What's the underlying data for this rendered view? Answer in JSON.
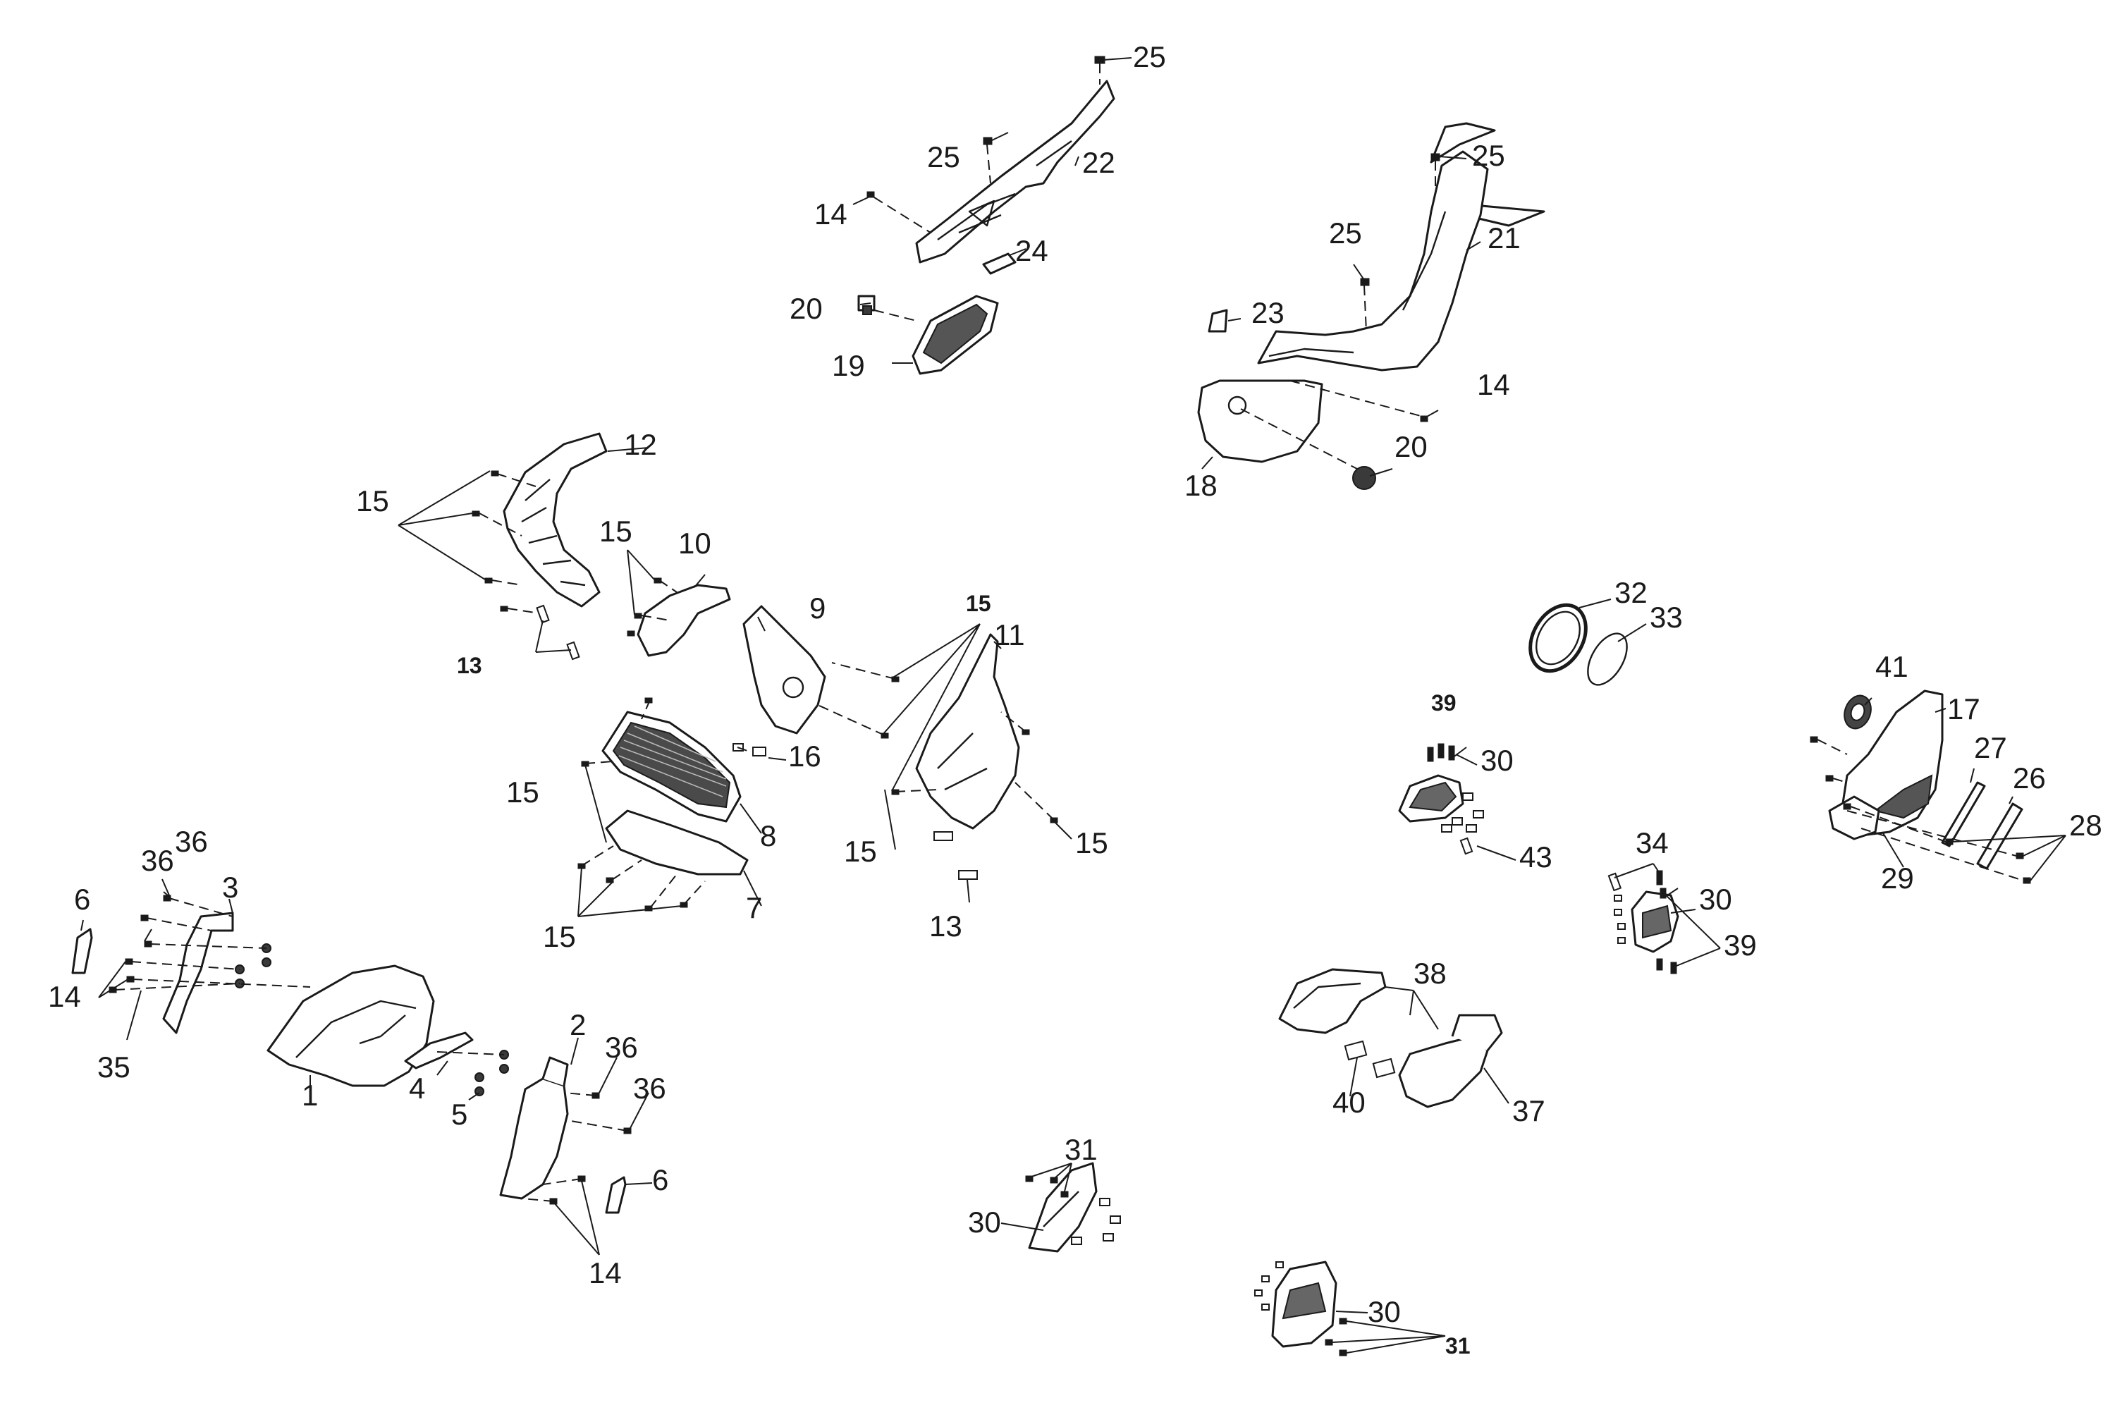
{
  "callouts": {
    "c1": "1",
    "c2": "2",
    "c3": "3",
    "c4": "4",
    "c5": "5",
    "c6": "6",
    "c7": "7",
    "c8": "8",
    "c9": "9",
    "c10": "10",
    "c11": "11",
    "c12": "12",
    "c13": "13",
    "c14": "14",
    "c15": "15",
    "c16": "16",
    "c17": "17",
    "c18": "18",
    "c19": "19",
    "c20": "20",
    "c21": "21",
    "c22": "22",
    "c23": "23",
    "c24": "24",
    "c25": "25",
    "c26": "26",
    "c27": "27",
    "c28": "28",
    "c29": "29",
    "c30": "30",
    "c31": "31",
    "c32": "32",
    "c33": "33",
    "c34": "34",
    "c35": "35",
    "c36": "36",
    "c37": "37",
    "c38": "38",
    "c39": "39",
    "c40": "40",
    "c41": "41",
    "c43": "43"
  }
}
